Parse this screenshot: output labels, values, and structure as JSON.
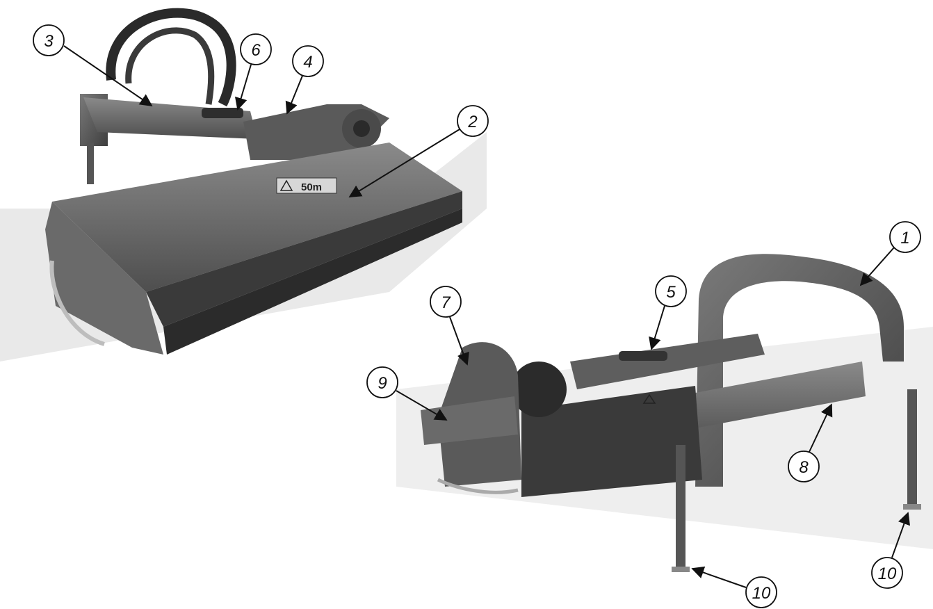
{
  "figure": {
    "decal_label": "50m",
    "callouts": [
      {
        "id": "c1",
        "number": "1"
      },
      {
        "id": "c2",
        "number": "2"
      },
      {
        "id": "c3",
        "number": "3"
      },
      {
        "id": "c4",
        "number": "4"
      },
      {
        "id": "c5",
        "number": "5"
      },
      {
        "id": "c6",
        "number": "6"
      },
      {
        "id": "c7",
        "number": "7"
      },
      {
        "id": "c8",
        "number": "8"
      },
      {
        "id": "c9",
        "number": "9"
      },
      {
        "id": "c10a",
        "number": "10"
      },
      {
        "id": "c10b",
        "number": "10"
      }
    ]
  },
  "colors": {
    "machine_dark": "#4a4a4a",
    "machine_mid": "#6e6e6e",
    "machine_light": "#9a9a9a",
    "roller": "#2b2b2b",
    "callout_stroke": "#111111",
    "background": "#ffffff"
  },
  "icons": [
    "arrow-icon",
    "warning-triangle-icon"
  ]
}
